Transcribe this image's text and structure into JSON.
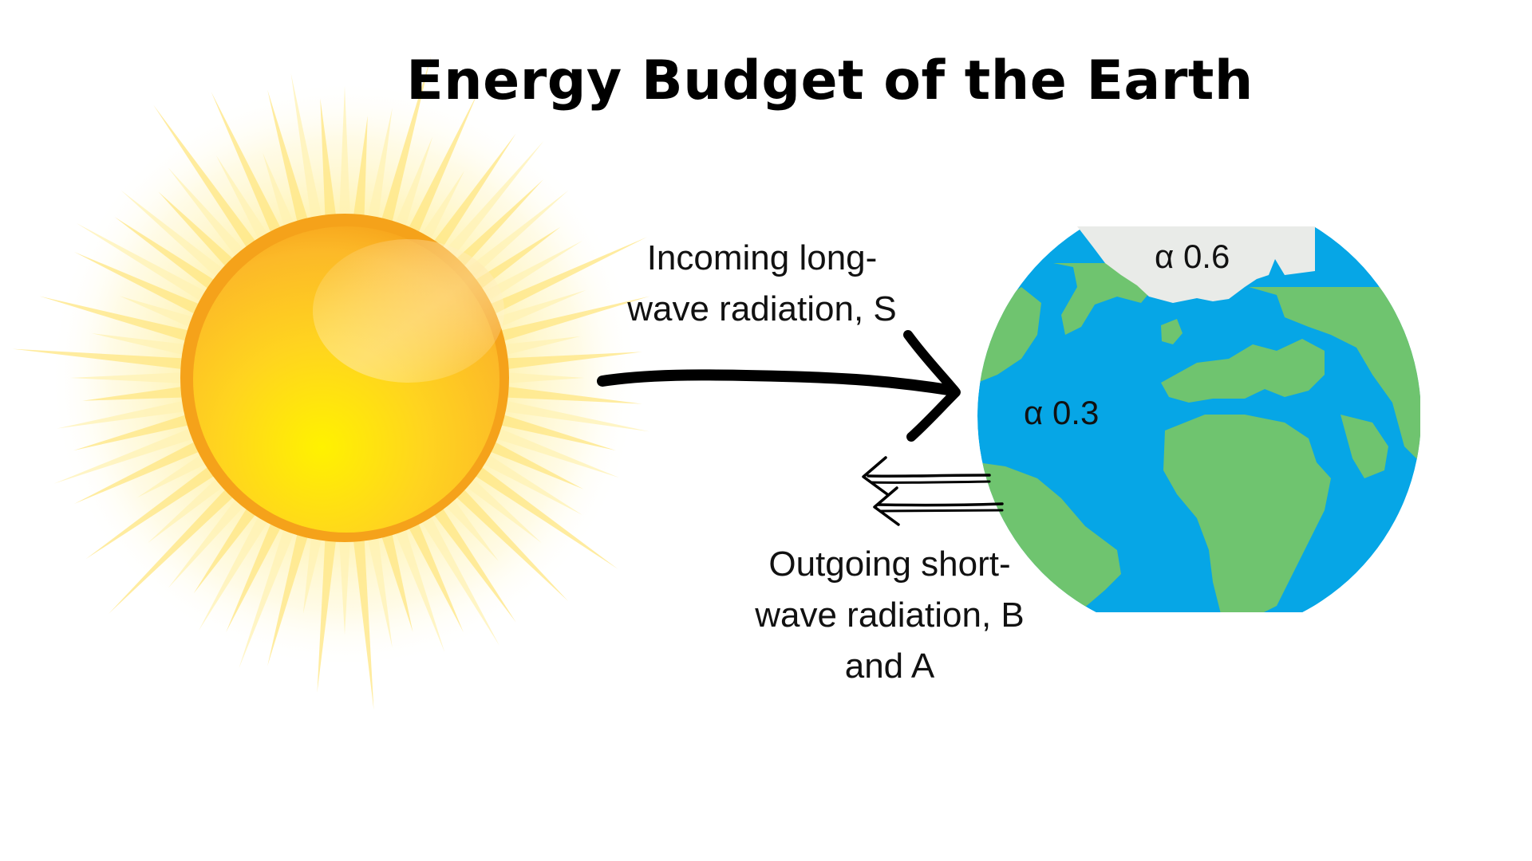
{
  "title": "Energy Budget of the Earth",
  "incoming": {
    "line1": "Incoming long-",
    "line2": "wave radiation, S"
  },
  "outgoing": {
    "line1": "Outgoing short-",
    "line2": "wave radiation, B",
    "line3": "and A"
  },
  "albedo": {
    "ice": "α 0.6",
    "surface": "α 0.3"
  },
  "colors": {
    "ocean": "#06a6e6",
    "land": "#6fc46f",
    "ice": "#e9ebe8",
    "sun_core": "#ffd21f",
    "sun_rim": "#f5a21a",
    "sun_rays": "#fff0a8",
    "arrow": "#000000"
  }
}
